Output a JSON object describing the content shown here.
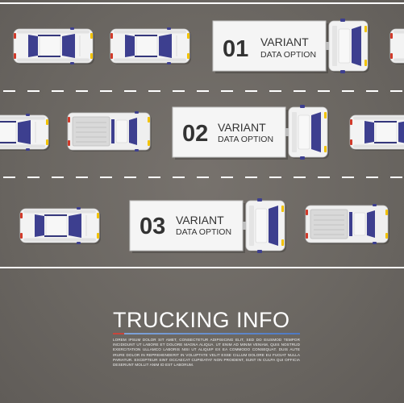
{
  "colors": {
    "road": "#6e6a66",
    "lane_line": "#ffffff",
    "car_body": "#f2f2f2",
    "car_window": "#3d3f8f",
    "trailer": "#f4f4f4",
    "label_text": "#333333",
    "title_accent_red": "#c8463c",
    "title_accent_blue": "#4d78c2"
  },
  "variants": [
    {
      "number": "01",
      "line1": "VARIANT",
      "line2": "DATA OPTION"
    },
    {
      "number": "02",
      "line1": "VARIANT",
      "line2": "DATA OPTION"
    },
    {
      "number": "03",
      "line1": "VARIANT",
      "line2": "DATA OPTION"
    }
  ],
  "info": {
    "title": "TRUCKING INFO",
    "body": "Lorem ipsum dolor sit amet, consectetur adipisicing elit, sed do eiusmod tempor incididunt ut labore et dolore magna aliqua. Ut enim ad minim veniam, quis nostrud exercitation ullamco laboris nisi ut aliquip ex ea commodo consequat. Duis aute irure dolor in reprehenderit in voluptate velit esse cillum dolore eu fugiat nulla pariatur. Excepteur sint occaecat cupidatat non proident, sunt in culpa qui officia deserunt mollit anim id est laborum."
  }
}
